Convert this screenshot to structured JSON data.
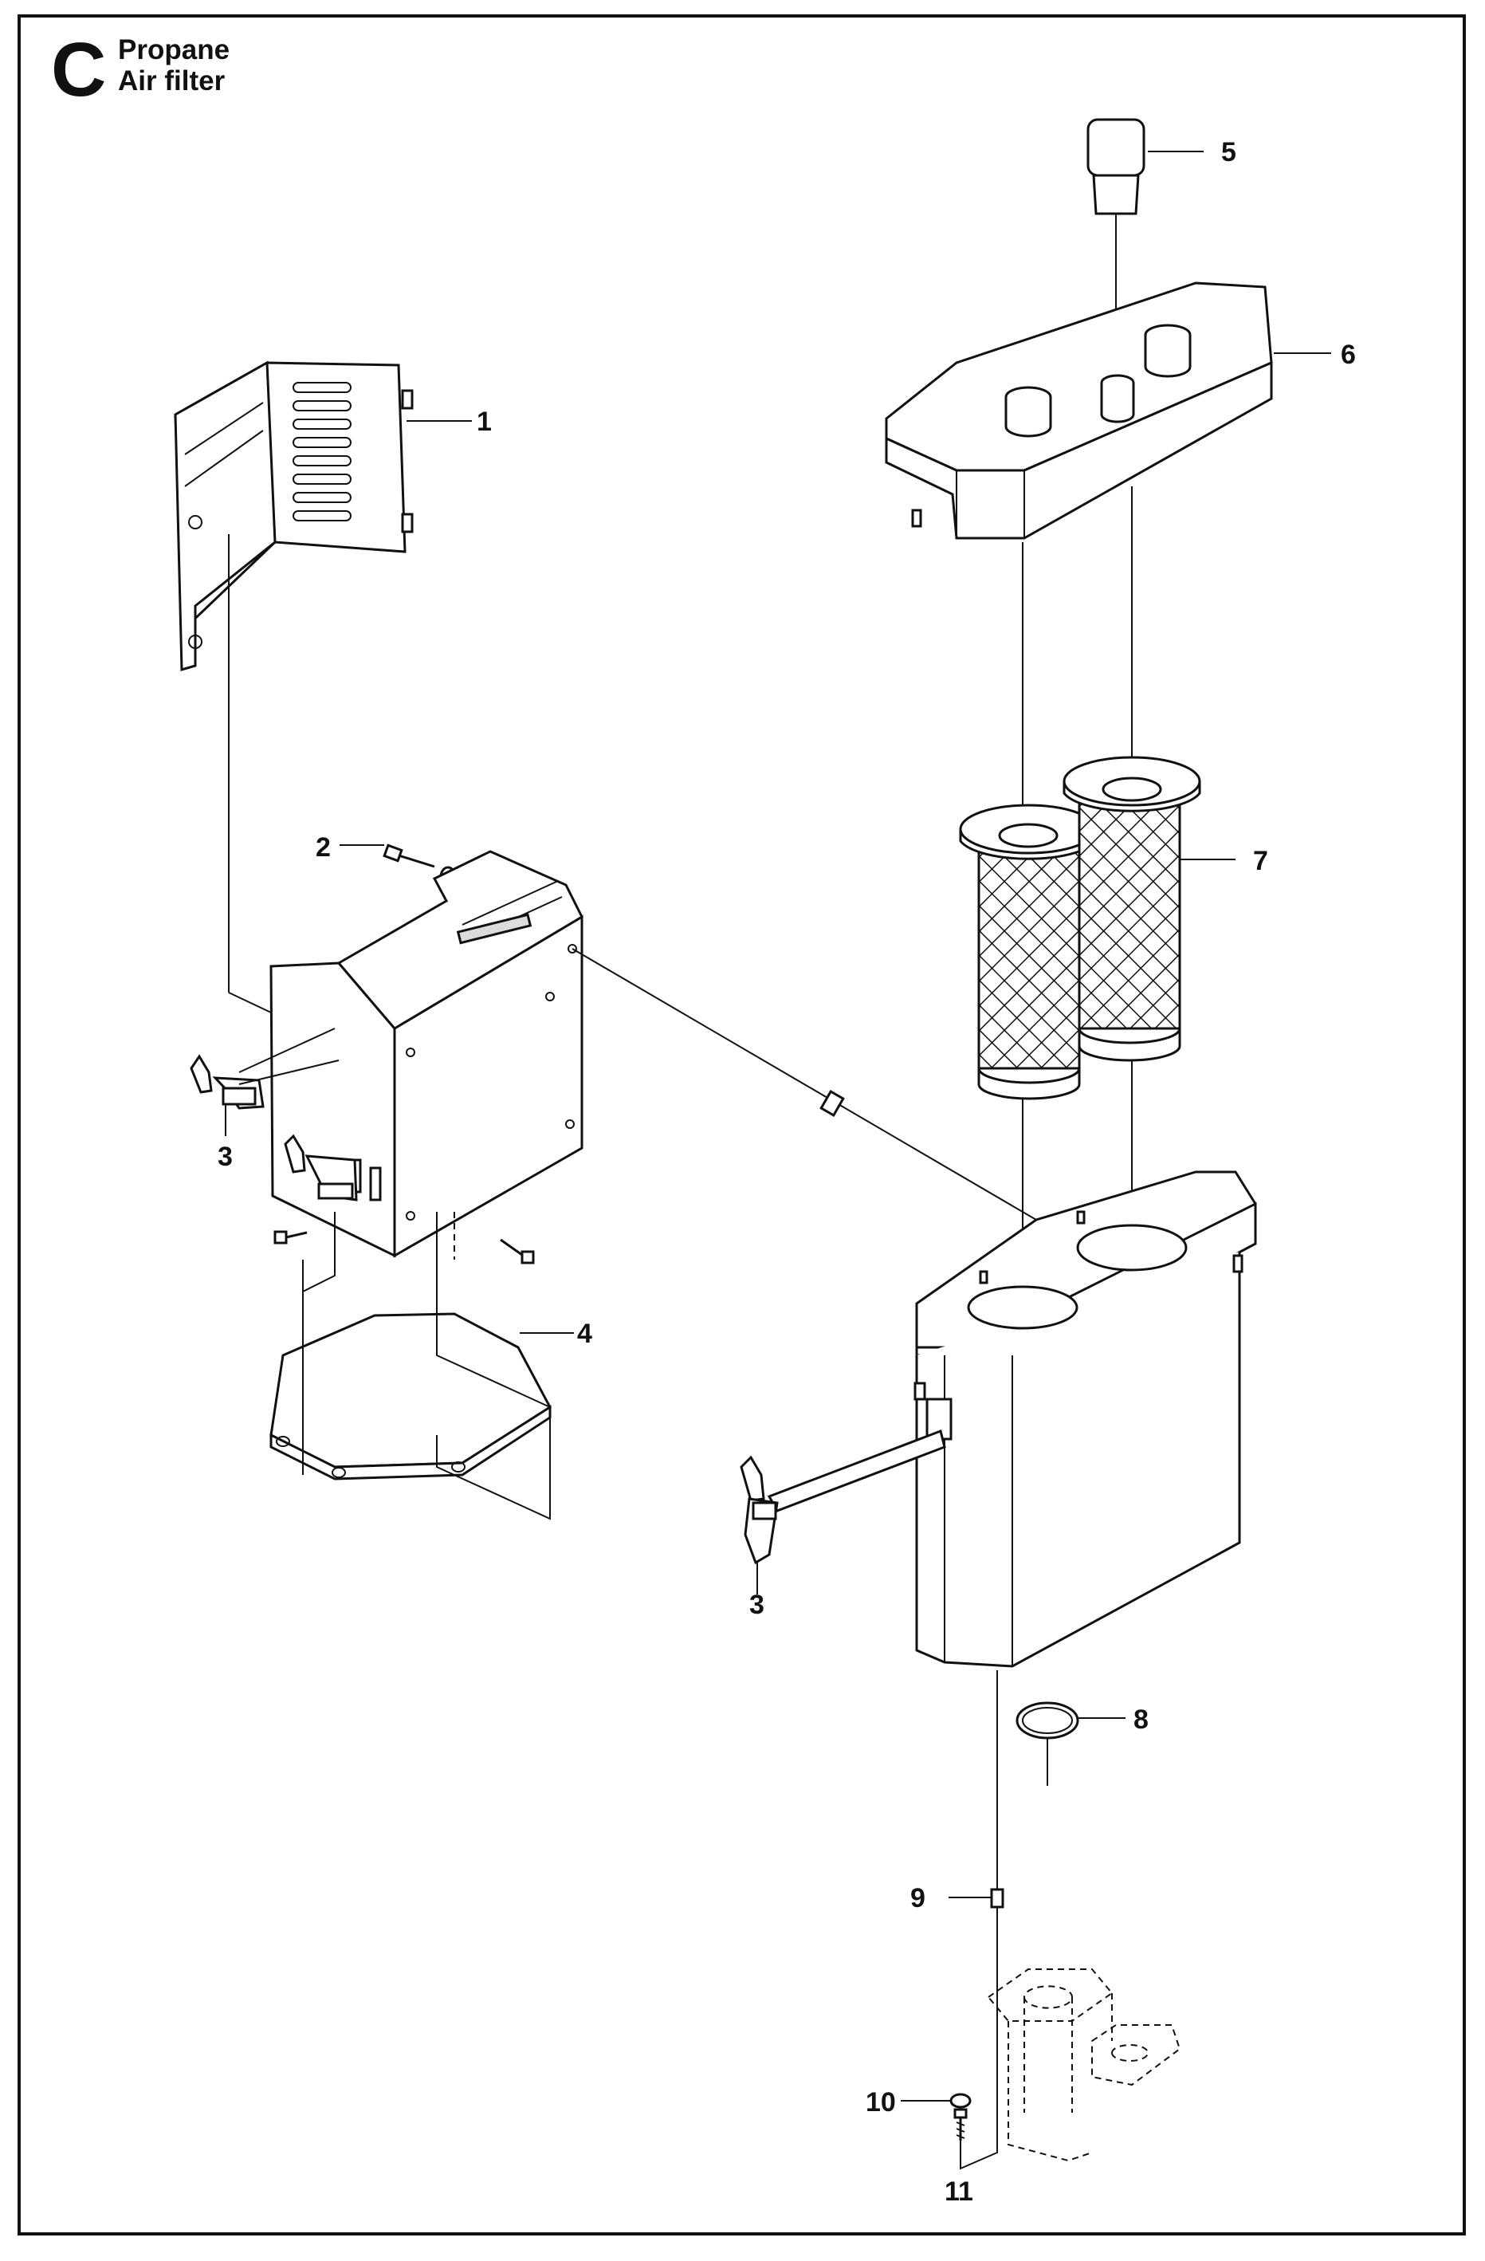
{
  "header": {
    "section_letter": "C",
    "title_line1": "Propane",
    "title_line2": "Air filter"
  },
  "callouts": [
    {
      "id": "1",
      "label": "1"
    },
    {
      "id": "2",
      "label": "2"
    },
    {
      "id": "3a",
      "label": "3"
    },
    {
      "id": "3b",
      "label": "3"
    },
    {
      "id": "4",
      "label": "4"
    },
    {
      "id": "5",
      "label": "5"
    },
    {
      "id": "6",
      "label": "6"
    },
    {
      "id": "7",
      "label": "7"
    },
    {
      "id": "8",
      "label": "8"
    },
    {
      "id": "9",
      "label": "9"
    },
    {
      "id": "10",
      "label": "10"
    },
    {
      "id": "11",
      "label": "11"
    }
  ]
}
